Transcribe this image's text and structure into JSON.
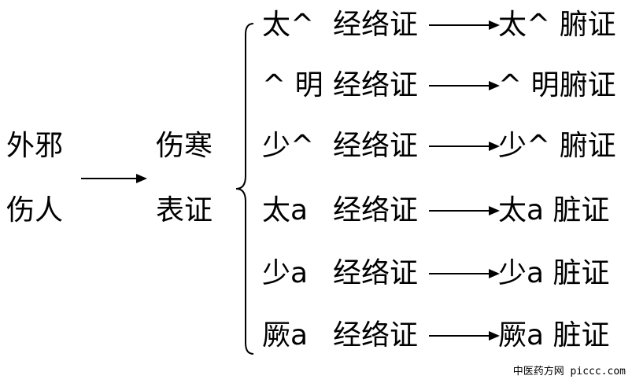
{
  "left": {
    "line1": "外邪",
    "line2": "伤人"
  },
  "middle": {
    "line1": "伤寒",
    "line2": "表证"
  },
  "rows": [
    {
      "prefix": "太^",
      "source": "经络证",
      "target": "太^ 腑证"
    },
    {
      "prefix": "^ 明",
      "source": "经络证",
      "target": "^ 明腑证"
    },
    {
      "prefix": "少^",
      "source": "经络证",
      "target": "少^ 腑证"
    },
    {
      "prefix": "太a",
      "source": "经络证",
      "target": "太a 脏证"
    },
    {
      "prefix": "少a",
      "source": "经络证",
      "target": "少a 脏证"
    },
    {
      "prefix": "厥a",
      "source": "经络证",
      "target": "厥a 脏证"
    }
  ],
  "watermark": "中医药方网 piccc.com"
}
